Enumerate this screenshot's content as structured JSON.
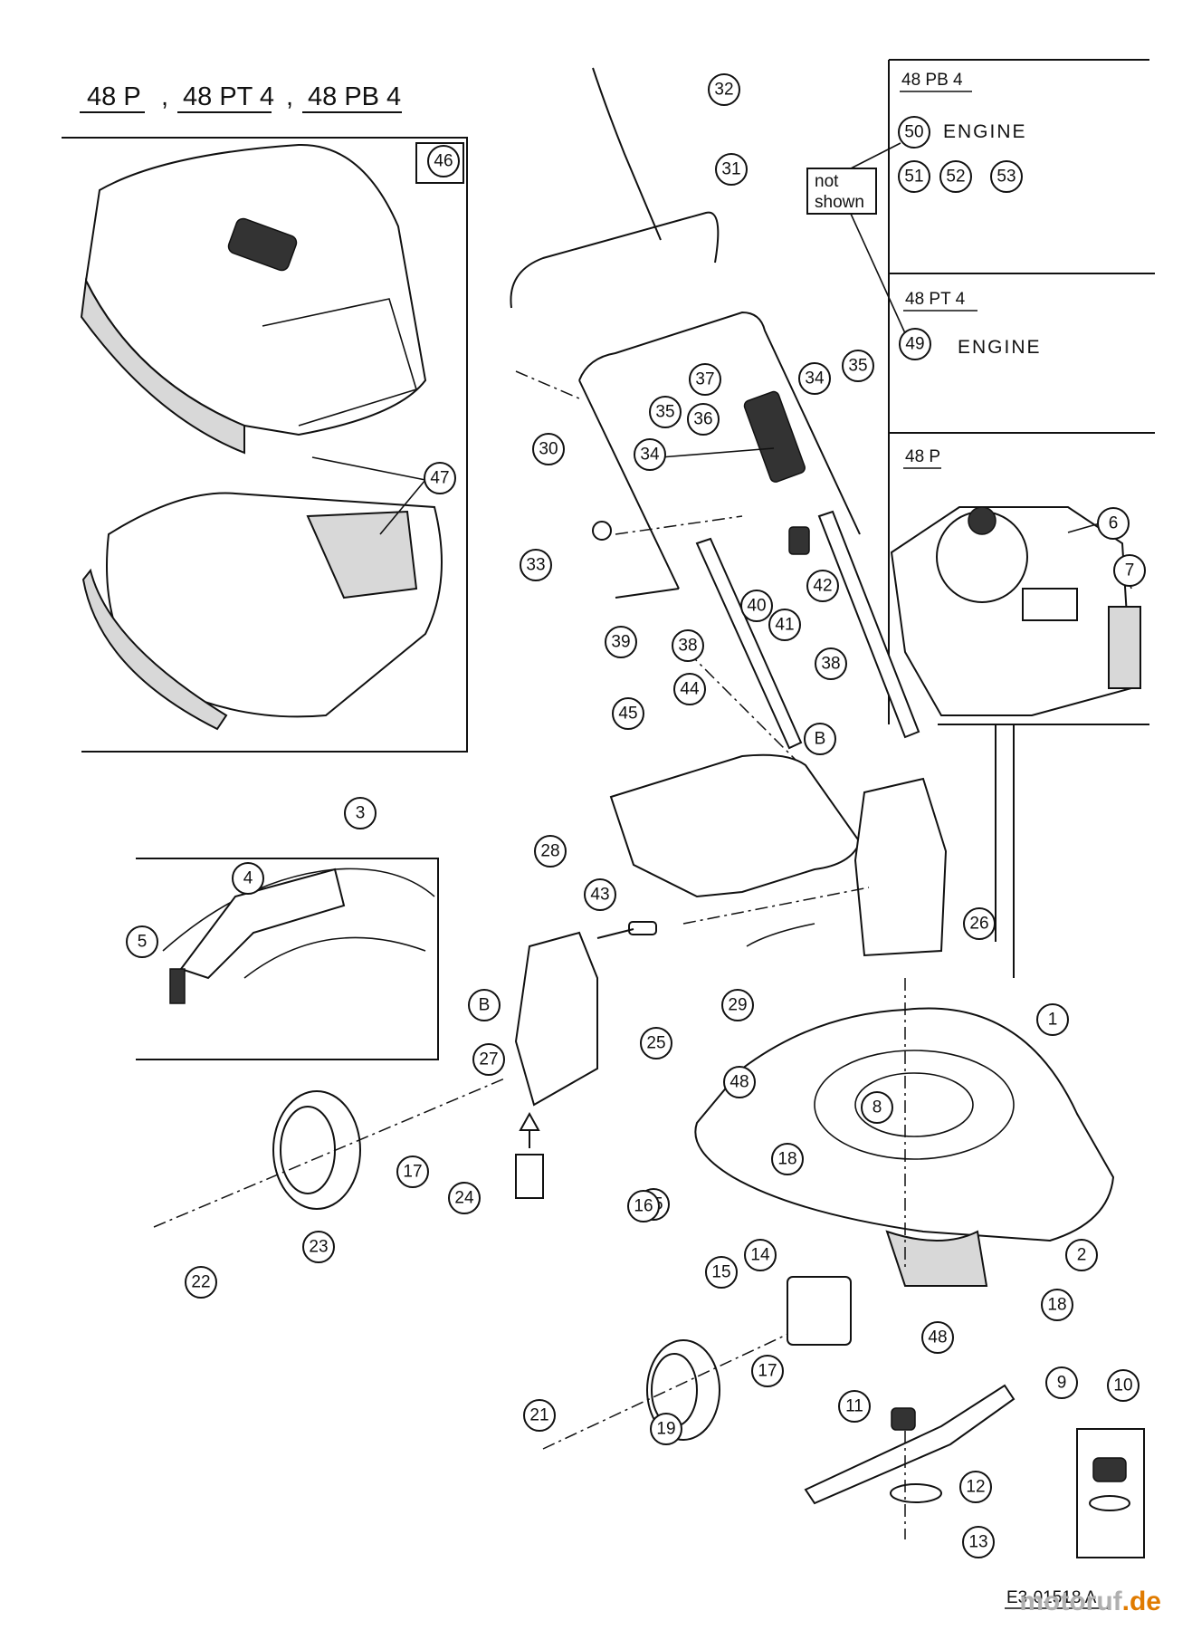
{
  "title_models": [
    "48 P",
    "48 PT 4",
    "48 PB 4"
  ],
  "title_separator": ",",
  "drawing_code": "E3-01518 A",
  "watermark": {
    "brand": "motoruf",
    "suffix": ".de"
  },
  "not_shown_label": [
    "not",
    "shown"
  ],
  "boxes": {
    "pb4": {
      "title": "48 PB 4",
      "engine_label": "ENGINE"
    },
    "pt4": {
      "title": "48 PT 4",
      "engine_label": "ENGINE"
    },
    "p": {
      "title": "48 P"
    }
  },
  "callouts": [
    "1",
    "2",
    "3",
    "4",
    "5",
    "6",
    "7",
    "8",
    "9",
    "10",
    "11",
    "12",
    "13",
    "14",
    "15",
    "15",
    "16",
    "17",
    "17",
    "18",
    "18",
    "19",
    "21",
    "22",
    "23",
    "24",
    "25",
    "26",
    "27",
    "28",
    "29",
    "30",
    "31",
    "32",
    "33",
    "34",
    "34",
    "35",
    "35",
    "36",
    "37",
    "38",
    "38",
    "39",
    "40",
    "41",
    "42",
    "44",
    "45",
    "46",
    "47",
    "48",
    "48",
    "49",
    "50",
    "51",
    "52",
    "53",
    "43"
  ],
  "letter_markers": [
    "B",
    "B"
  ],
  "colors": {
    "line": "#111111",
    "paper": "#ffffff",
    "watermark": "#b0b0b0",
    "watermark_accent": "#e07b00"
  }
}
